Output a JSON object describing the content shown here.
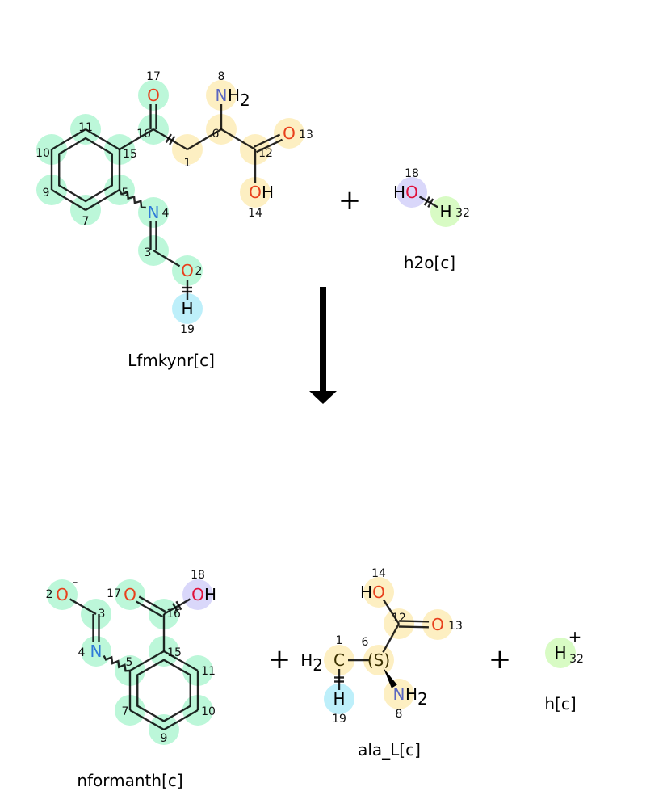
{
  "highlight_colors": {
    "g": "#bcf7d9",
    "y": "#fdefc2",
    "b": "#bdeffa",
    "p": "#d9d7fa",
    "l": "#d8fbc4"
  },
  "element_colors": {
    "O": "#e8401c",
    "O_acid": "#e0103a",
    "N": "#2f7ad8",
    "N_amine": "#5a66c0",
    "C": "#3a3000",
    "H": "#000000",
    "S": "#3a3000"
  },
  "plus_sign": "+",
  "molecules": {
    "m1": {
      "name": "Lfmkynr[c]",
      "atoms": {
        "11": {
          "num": "11"
        },
        "15": {
          "num": "15"
        },
        "5": {
          "num": "5"
        },
        "7": {
          "num": "7"
        },
        "9": {
          "num": "9"
        },
        "10": {
          "num": "10"
        },
        "16": {
          "num": "16"
        },
        "17": {
          "num": "17",
          "symbol": "O"
        },
        "1": {
          "num": "1"
        },
        "6": {
          "num": "6"
        },
        "8": {
          "num": "8",
          "symbol": "N",
          "suffix": "H",
          "suffix_sub": "2"
        },
        "12": {
          "num": "12"
        },
        "13": {
          "num": "13",
          "symbol": "O"
        },
        "14": {
          "num": "14",
          "symbol": "O",
          "suffix": "H"
        },
        "4": {
          "num": "4",
          "symbol": "N"
        },
        "3": {
          "num": "3"
        },
        "2": {
          "num": "2",
          "symbol": "O"
        },
        "19": {
          "num": "19",
          "symbol": "H"
        }
      }
    },
    "m2": {
      "name": "h2o[c]",
      "atoms": {
        "18": {
          "num": "18",
          "symbol": "O",
          "prefix": "H"
        },
        "32": {
          "num": "32",
          "symbol": "H"
        }
      }
    },
    "m3": {
      "name": "nformanth[c]",
      "atoms": {
        "2": {
          "num": "2",
          "symbol": "O",
          "charge": "-"
        },
        "3": {
          "num": "3"
        },
        "4": {
          "num": "4",
          "symbol": "N"
        },
        "5": {
          "num": "5"
        },
        "15": {
          "num": "15"
        },
        "11": {
          "num": "11"
        },
        "10": {
          "num": "10"
        },
        "9": {
          "num": "9"
        },
        "7": {
          "num": "7"
        },
        "16": {
          "num": "16"
        },
        "17": {
          "num": "17",
          "symbol": "O"
        },
        "18": {
          "num": "18",
          "symbol": "O",
          "suffix": "H"
        }
      }
    },
    "m4": {
      "name": "ala_L[c]",
      "atoms": {
        "14": {
          "num": "14",
          "symbol": "O",
          "prefix": "H"
        },
        "12": {
          "num": "12"
        },
        "13": {
          "num": "13",
          "symbol": "O"
        },
        "6": {
          "num": "6",
          "symbol": "(S)"
        },
        "1": {
          "num": "1",
          "symbol": "C",
          "prefix": "H",
          "prefix_sub": "2"
        },
        "19": {
          "num": "19",
          "symbol": "H"
        },
        "8": {
          "num": "8",
          "symbol": "N",
          "suffix": "H",
          "suffix_sub": "2"
        }
      }
    },
    "m5": {
      "name": "h[c]",
      "atoms": {
        "32": {
          "num": "32",
          "symbol": "H",
          "charge": "+"
        }
      }
    }
  }
}
